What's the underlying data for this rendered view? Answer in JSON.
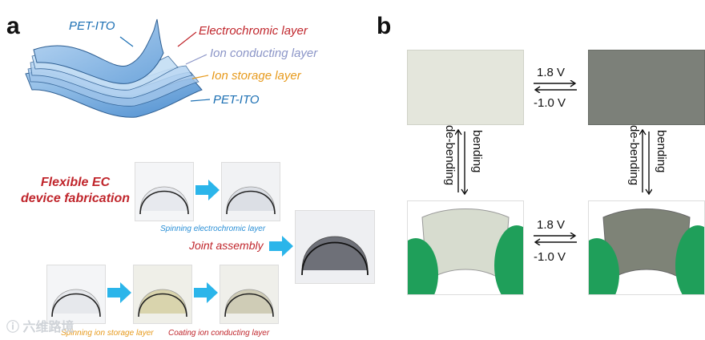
{
  "panel_a": {
    "letter": "a",
    "layers": {
      "pet_ito_top": "PET-ITO",
      "electrochromic": "Electrochromic layer",
      "ion_conducting": "Ion conducting layer",
      "ion_storage": "Ion storage layer",
      "pet_ito_bottom": "PET-ITO"
    },
    "fabrication_title_line1": "Flexible EC",
    "fabrication_title_line2": "device fabrication",
    "captions": {
      "spinning_ec": "Spinning electrochromic layer",
      "joint_assembly": "Joint assembly",
      "spinning_is": "Spinning ion storage layer",
      "coating_ic": "Coating ion conducting layer"
    }
  },
  "panel_b": {
    "letter": "b",
    "voltage_top_forward": "1.8 V",
    "voltage_top_reverse": "-1.0 V",
    "voltage_bottom_forward": "1.8 V",
    "voltage_bottom_reverse": "-1.0 V",
    "left_bending": "bending",
    "left_debending": "de-bending",
    "right_bending": "bending",
    "right_debending": "de-bending"
  },
  "watermark": "六维路境",
  "colors": {
    "pet_ito": "#1b6fb3",
    "electrochromic": "#c0262c",
    "ion_conducting": "#8b95c7",
    "ion_storage": "#e79a1c",
    "fabrication_title": "#c0262c",
    "caption_blue": "#2a8fd6",
    "arrow_cyan": "#2bb5ea"
  }
}
